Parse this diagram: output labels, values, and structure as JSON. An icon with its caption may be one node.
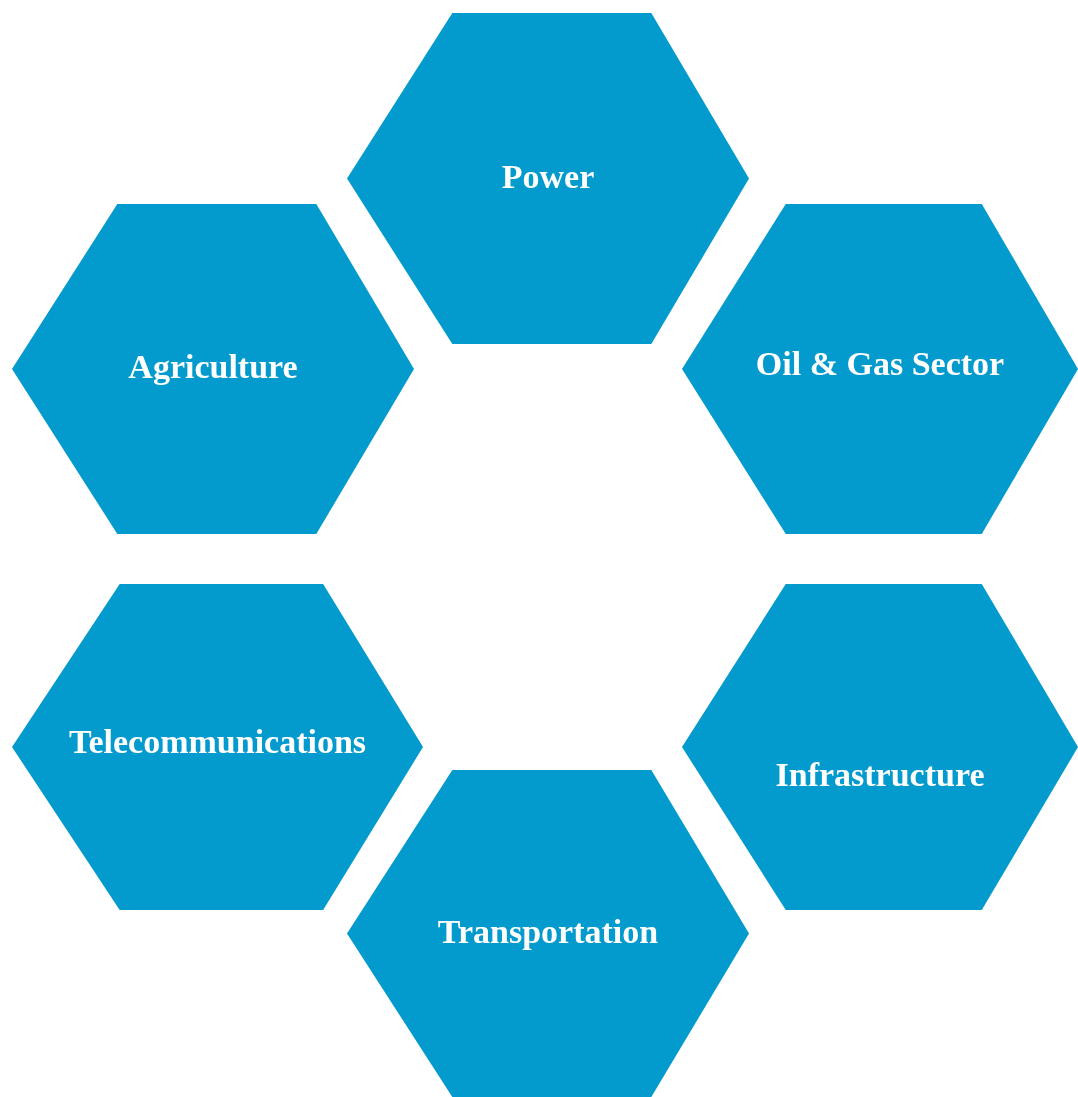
{
  "diagram": {
    "nodes": [
      {
        "text": [
          "Power"
        ]
      },
      {
        "text": [
          "Agriculture"
        ]
      },
      {
        "text": [
          "Oil & Gas Sector"
        ]
      },
      {
        "text": [
          "Telecommunications"
        ]
      },
      {
        "text": [
          "Infrastructure"
        ]
      },
      {
        "text": [
          "Transportation"
        ]
      }
    ]
  }
}
